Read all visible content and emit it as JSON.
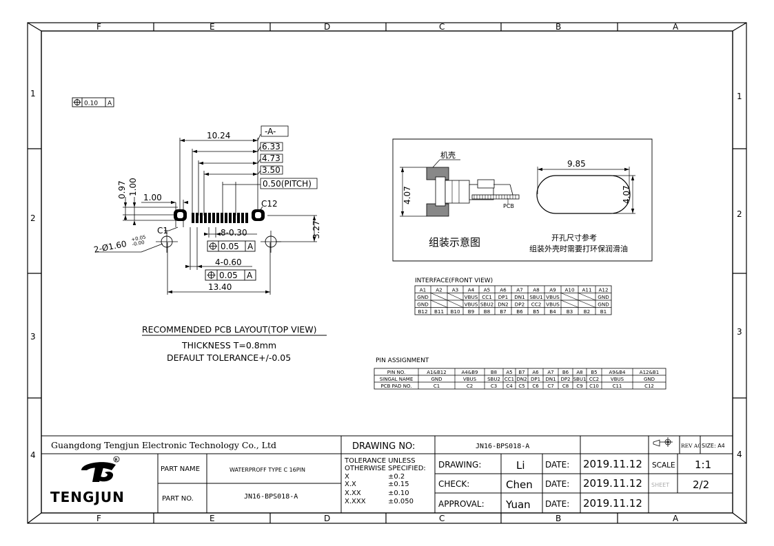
{
  "border": {
    "top_zones": [
      "F",
      "E",
      "D",
      "C",
      "B",
      "A"
    ],
    "bottom_zones": [
      "F",
      "E",
      "D",
      "C",
      "B",
      "A"
    ],
    "left_rows": [
      "1",
      "2",
      "3",
      "4"
    ],
    "right_rows": [
      "1",
      "2",
      "3",
      "4"
    ]
  },
  "position_tolerance": {
    "value": "0.10",
    "datum": "A"
  },
  "pcb_layout": {
    "datum_label": "-A-",
    "dim_10_24": "10.24",
    "dim_6_33": "6.33",
    "dim_4_73": "4.73",
    "dim_3_50": "3.50",
    "pitch": "0.50(PITCH)",
    "dim_0_97": "0.97",
    "dim_1_00v": "1.00",
    "dim_1_00h": "1.00",
    "c12": "C12",
    "c1": "C1",
    "hole_dia": "2-Ø1.60",
    "hole_tol_plus": "+0.05",
    "hole_tol_minus": "-0.00",
    "dim_8_030": "8-0.30",
    "dim_4_060": "4-0.60",
    "dim_3_27": "3.27",
    "dim_13_40": "13.40",
    "fcf1_value": "0.05",
    "fcf1_datum": "A",
    "fcf2_value": "0.05",
    "fcf2_datum": "A",
    "caption": "RECOMMENDED PCB LAYOUT(TOP VIEW)",
    "thickness": "THICKNESS T=0.8mm",
    "tolerance": "DEFAULT TOLERANCE+/-0.05"
  },
  "assembly": {
    "shell_label": "机壳",
    "pcb_label": "PCB",
    "height_left": "4.07",
    "width": "9.85",
    "height_right": "4.07",
    "caption_left": "组装示意图",
    "caption_right_1": "开孔尺寸参考",
    "caption_right_2": "组装外壳时需要打环保润滑油"
  },
  "interface_table": {
    "title": "INTERFACE(FRONT VIEW)",
    "rows": [
      [
        "A1",
        "A2",
        "A3",
        "A4",
        "A5",
        "A6",
        "A7",
        "A8",
        "A9",
        "A10",
        "A11",
        "A12"
      ],
      [
        "GND",
        "",
        "",
        "VBUS",
        "CC1",
        "DP1",
        "DN1",
        "SBU1",
        "VBUS",
        "",
        "",
        "GND"
      ],
      [
        "GND",
        "",
        "",
        "VBUS",
        "SBU2",
        "DN2",
        "DP2",
        "CC2",
        "VBUS",
        "",
        "",
        "GND"
      ],
      [
        "B12",
        "B11",
        "B10",
        "B9",
        "B8",
        "B7",
        "B6",
        "B5",
        "B4",
        "B3",
        "B2",
        "B1"
      ]
    ]
  },
  "pin_assignment": {
    "title": "PIN ASSIGNMENT",
    "rows": [
      [
        "PIN NO.",
        "A1&B12",
        "A4&B9",
        "B8",
        "A5",
        "B7",
        "A6",
        "A7",
        "B6",
        "A8",
        "B5",
        "A9&B4",
        "A12&B1"
      ],
      [
        "SINGAL NAME",
        "GND",
        "VBUS",
        "SBU2",
        "CC1",
        "DN2",
        "DP1",
        "DN1",
        "DP2",
        "SBU1",
        "CC2",
        "VBUS",
        "GND"
      ],
      [
        "PCB PAD NO.",
        "C1",
        "C2",
        "C3",
        "C4",
        "C5",
        "C6",
        "C7",
        "C8",
        "C9",
        "C10",
        "C11",
        "C12"
      ]
    ]
  },
  "title_block": {
    "company": "Guangdong Tengjun Electronic Technology Co., Ltd",
    "drawing_no_label": "DRAWING NO:",
    "drawing_no": "JN16-BPS018-A",
    "rev": "REV A0",
    "size": "SIZE: A4",
    "logo_text": "TENGJUN",
    "part_name_label": "PART NAME",
    "part_name": "WATERPROFF TYPE C 16PIN",
    "part_no_label": "PART NO.",
    "part_no": "JN16-BPS018-A",
    "tol_header_1": "TOLERANCE UNLESS",
    "tol_header_2": "OTHERWISE SPECIFIED:",
    "tol_rows": [
      [
        "X",
        "±0.2"
      ],
      [
        "X.X",
        "±0.15"
      ],
      [
        "X.XX",
        "±0.10"
      ],
      [
        "X.XXX",
        "±0.050"
      ]
    ],
    "drawing_label": "DRAWING:",
    "drawing_by": "Li",
    "check_label": "CHECK:",
    "check_by": "Chen",
    "approval_label": "APPROVAL:",
    "approval_by": "Yuan",
    "date_label": "DATE:",
    "date": "2019.11.12",
    "scale_label": "SCALE",
    "scale": "1:1",
    "sheet_label": "SHEET",
    "sheet": "2/2"
  }
}
